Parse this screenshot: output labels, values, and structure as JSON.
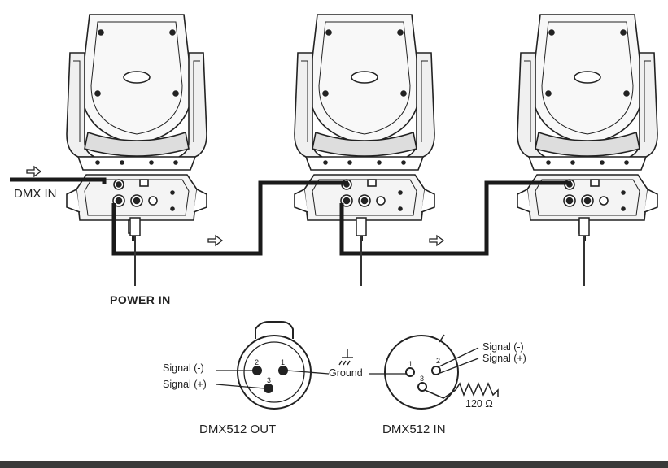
{
  "labels": {
    "dmx_in": "DMX IN",
    "power_in": "POWER IN",
    "dmx512_out": "DMX512 OUT",
    "dmx512_in": "DMX512 IN",
    "signal_neg": "Signal (-)",
    "signal_pos": "Signal (+)",
    "ground": "Ground",
    "resistor": "120 Ω"
  },
  "pins": {
    "p1": "1",
    "p2": "2",
    "p3": "3"
  },
  "colors": {
    "line": "#222222",
    "cable": "#1a1a1a",
    "bar": "#3a3a3a"
  }
}
